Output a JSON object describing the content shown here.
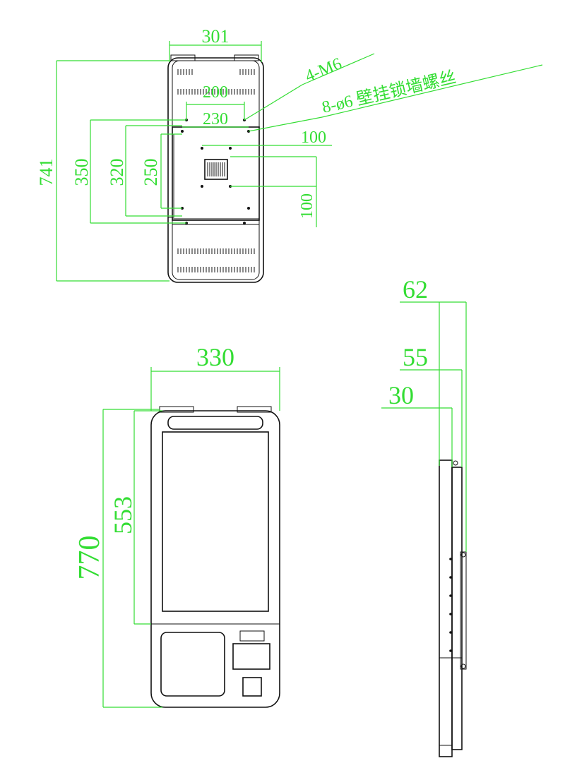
{
  "colors": {
    "dimension": "#33dd33",
    "outline": "#111111",
    "background": "#ffffff"
  },
  "rear_view": {
    "width_label": "301",
    "height_label": "741",
    "hole_pitch_label_a": "200",
    "hole_pitch_label_b": "230",
    "vertical_label_a": "350",
    "vertical_label_b": "320",
    "vertical_label_c": "250",
    "vesa_h_label": "100",
    "vesa_v_label": "100",
    "callout_m6": "4-M6",
    "callout_wall_screws": "8-ø6 壁挂锁墙螺丝"
  },
  "front_view": {
    "width_label": "330",
    "screen_height_label": "553",
    "total_height_label": "770"
  },
  "side_view": {
    "depth_label_a": "62",
    "depth_label_b": "55",
    "depth_label_c": "30"
  }
}
